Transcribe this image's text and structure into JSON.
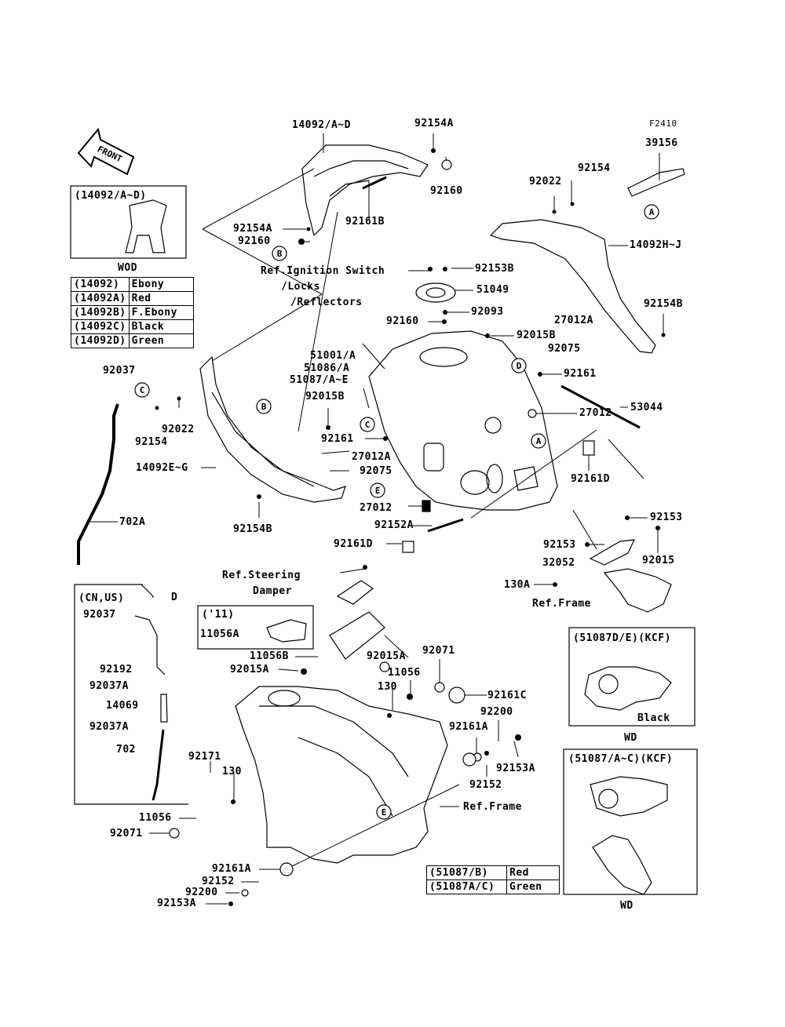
{
  "figure_code": "F2410",
  "front_label": "FRONT",
  "callouts": {
    "A": "A",
    "B": "B",
    "C": "C",
    "D": "D",
    "E": "E"
  },
  "labels": {
    "p14092_AD": "14092/A~D",
    "p92154A_top": "92154A",
    "p92160_top": "92160",
    "p92161B": "92161B",
    "p92154A_mid": "92154A",
    "p92160_mid": "92160",
    "p39156": "39156",
    "p92154": "92154",
    "p92022": "92022",
    "p14092HJ": "14092H~J",
    "p92154B_right": "92154B",
    "p27012A_right": "27012A",
    "p92075_right": "92075",
    "p92153B": "92153B",
    "p51049": "51049",
    "p92093": "92093",
    "p92160_lower": "92160",
    "p92015B_right": "92015B",
    "p92161_right": "92161",
    "p53044": "53044",
    "p27012_right": "27012",
    "p92161D_right": "92161D",
    "p92153_right": "92153",
    "p92153_mid": "92153",
    "p32052": "32052",
    "p92015": "92015",
    "p130A": "130A",
    "ref_frame_right": "Ref.Frame",
    "ref_ignition_1": "Ref.Ignition Switch",
    "ref_ignition_2": "/Locks",
    "ref_ignition_3": "/Reflectors",
    "p51001A": "51001/A",
    "p51086A": "51086/A",
    "p51087AE": "51087/A~E",
    "p92015B_left": "92015B",
    "p92161_left": "92161",
    "p27012A_left": "27012A",
    "p92075_left": "92075",
    "p27012_left": "27012",
    "p92152A": "92152A",
    "p92161D_left": "92161D",
    "p92037_top": "92037",
    "p92154_left": "92154",
    "p92022_left": "92022",
    "p14092EG": "14092E~G",
    "p702A": "702A",
    "p92154B_left": "92154B",
    "ref_steering_1": "Ref.Steering",
    "ref_steering_2": "Damper",
    "p11056B": "11056B",
    "p92015A_left": "92015A",
    "p92015A_right": "92015A",
    "p92071_right": "92071",
    "p11056_right": "11056",
    "p130_right": "130",
    "p92161C": "92161C",
    "p92200_right": "92200",
    "p92161A_right": "92161A",
    "p92153A_right": "92153A",
    "p92152_right": "92152",
    "ref_frame_lower": "Ref.Frame",
    "p92171": "92171",
    "p130_left": "130",
    "p11056_left": "11056",
    "p92071_left": "92071",
    "p92161A_left": "92161A",
    "p92152_left": "92152",
    "p92200_left": "92200",
    "p92153A_left": "92153A"
  },
  "inset_wod": {
    "title": "(14092/A~D)",
    "caption": "WOD"
  },
  "color_table_14092": [
    {
      "code": "(14092)",
      "color": "Ebony"
    },
    {
      "code": "(14092A)",
      "color": "Red"
    },
    {
      "code": "(14092B)",
      "color": "F.Ebony"
    },
    {
      "code": "(14092C)",
      "color": "Black"
    },
    {
      "code": "(14092D)",
      "color": "Green"
    }
  ],
  "inset_cn_us": {
    "title": "(CN,US)",
    "callout": "D",
    "labels": {
      "a": "92037",
      "b": "92192",
      "c": "92037A",
      "d": "14069",
      "e": "92037A",
      "f": "702"
    }
  },
  "inset_11": {
    "title": "('11)",
    "part": "11056A"
  },
  "inset_51087DE": {
    "title": "(51087D/E)(KCF)",
    "color": "Black",
    "caption": "WD"
  },
  "inset_51087AC": {
    "title": "(51087/A~C)(KCF)",
    "caption": "WD"
  },
  "color_table_51087": [
    {
      "code": "(51087/B)",
      "color": "Red"
    },
    {
      "code": "(51087A/C)",
      "color": "Green"
    }
  ]
}
